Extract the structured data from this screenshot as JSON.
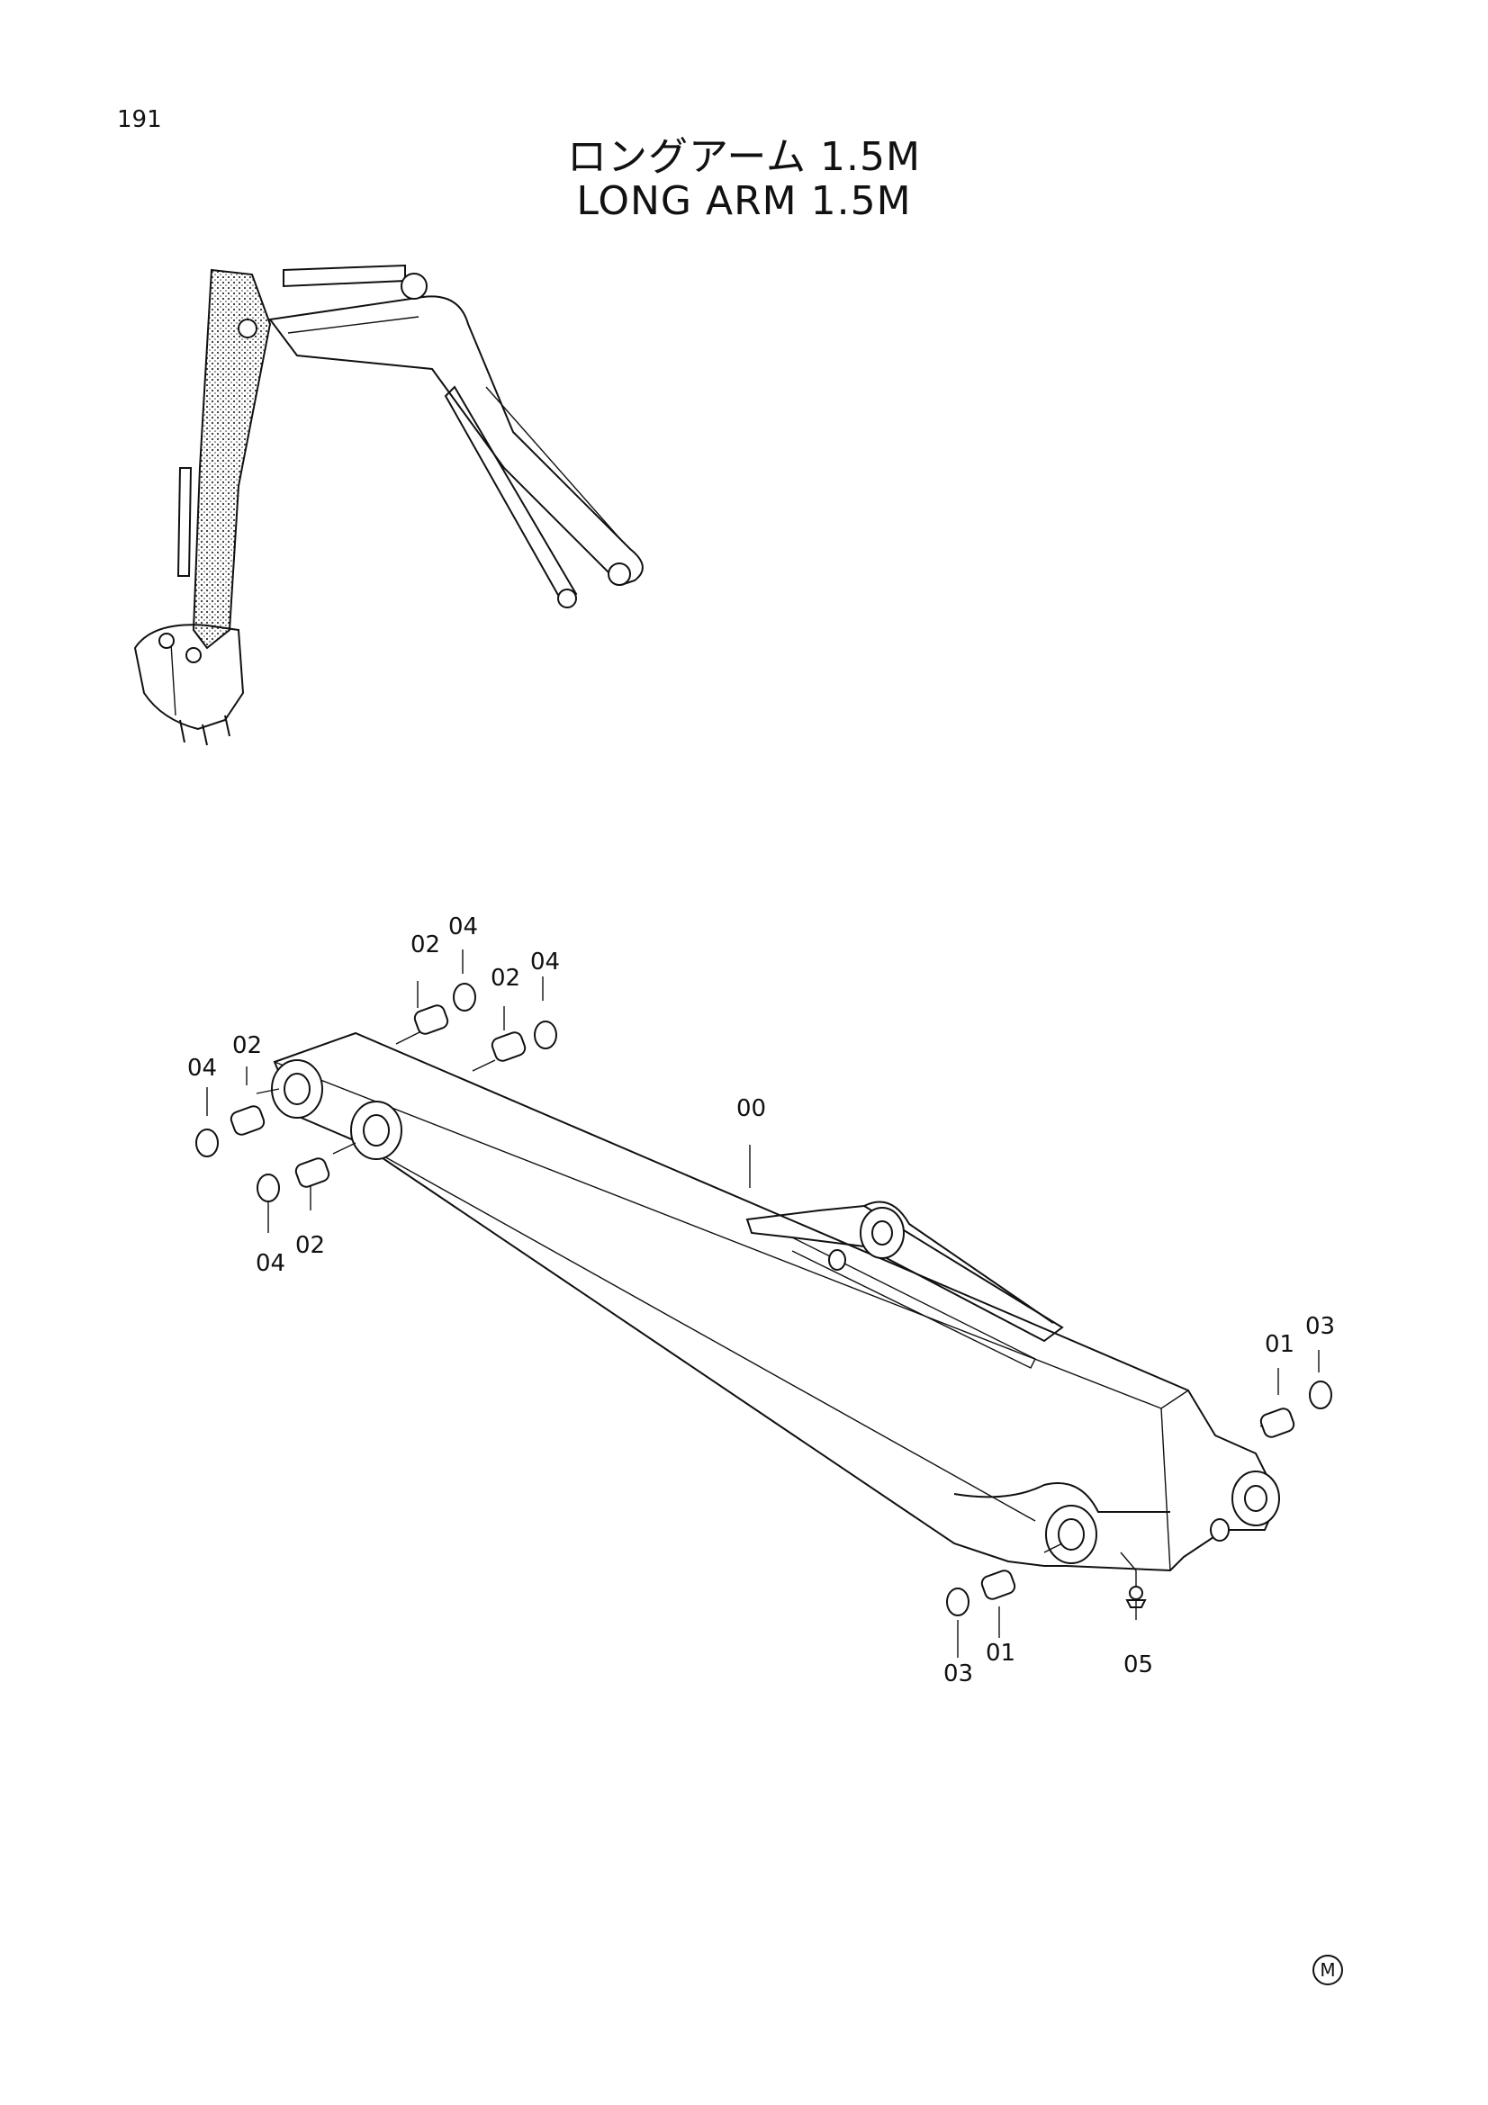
{
  "page": {
    "number": "191"
  },
  "title": {
    "japanese": "ロングアーム 1.5M",
    "english": "LONG ARM 1.5M"
  },
  "callouts": [
    {
      "label": "00"
    },
    {
      "label": "01"
    },
    {
      "label": "01"
    },
    {
      "label": "02"
    },
    {
      "label": "02"
    },
    {
      "label": "02"
    },
    {
      "label": "02"
    },
    {
      "label": "03"
    },
    {
      "label": "03"
    },
    {
      "label": "04"
    },
    {
      "label": "04"
    },
    {
      "label": "04"
    },
    {
      "label": "04"
    },
    {
      "label": "05"
    }
  ],
  "mark": {
    "symbol": "M"
  }
}
